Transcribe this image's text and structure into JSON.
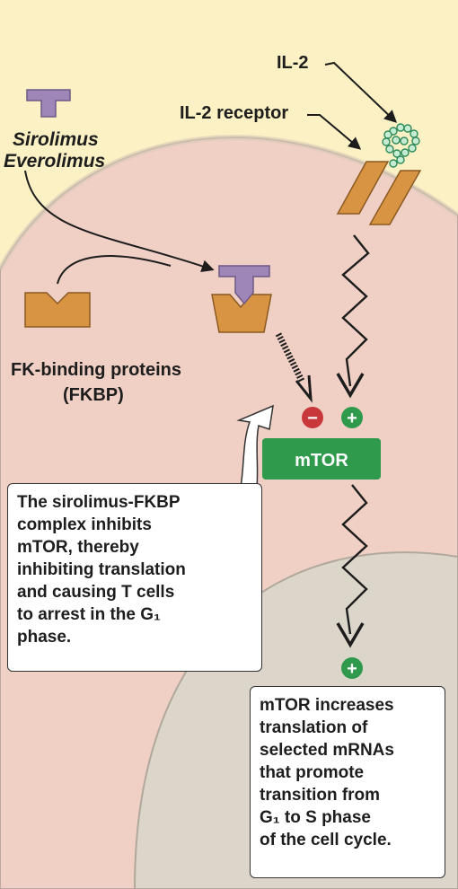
{
  "labels": {
    "il2": "IL-2",
    "il2_receptor": "IL-2 receptor",
    "drug_1": "Sirolimus",
    "drug_2": "Everolimus",
    "fkbp_1": "FK-binding proteins",
    "fkbp_2": "(FKBP)",
    "mtor": "mTOR",
    "minus": "−",
    "plus_1": "+",
    "plus_2": "+"
  },
  "notes": {
    "left": [
      "The sirolimus-FKBP",
      "complex inhibits",
      "mTOR, thereby",
      "inhibiting translation",
      "and causing T cells",
      "to arrest in the G₁",
      "phase."
    ],
    "right": [
      "mTOR increases",
      "translation of",
      "selected mRNAs",
      "that promote",
      "transition from",
      "G₁ to S phase",
      "of the cell cycle."
    ]
  },
  "colors": {
    "extracellular": "#fbf1c4",
    "cytoplasm": "#f0cfc4",
    "nucleus": "#dcd6ca",
    "receptor": "#d99443",
    "drug": "#9f86b8",
    "mtor": "#2f9a4c",
    "inhibit": "#c8373a",
    "il2": "#7fc9a0"
  }
}
